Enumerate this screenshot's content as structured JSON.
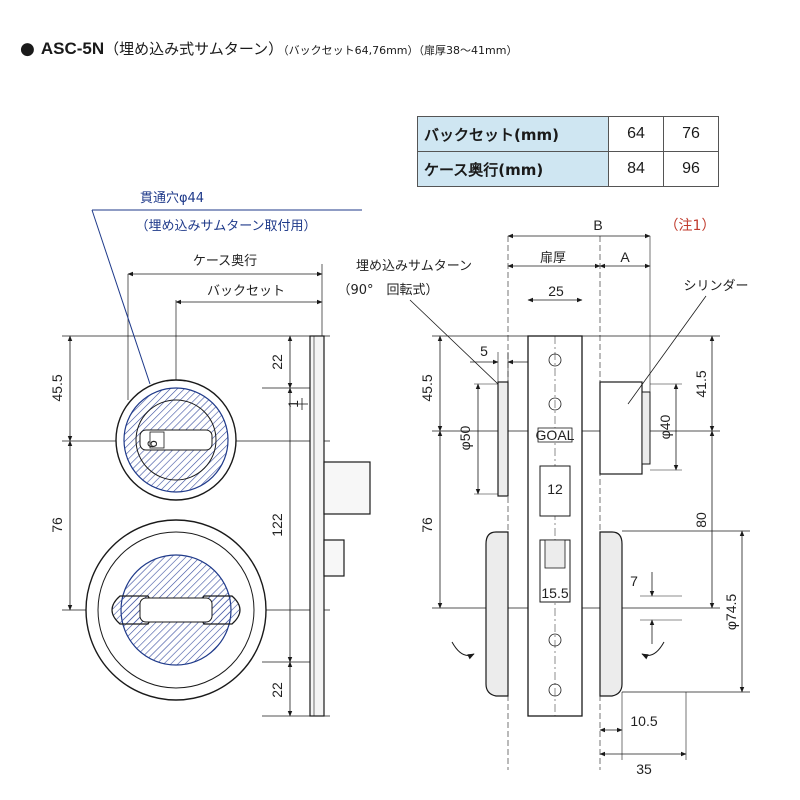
{
  "header": {
    "bullet": "●",
    "model": "ASC-5N",
    "name": "（埋め込み式サムターン）",
    "backset_note": "（バックセット64,76mm）",
    "door_note": "（扉厚38～41mm）"
  },
  "spec_table": {
    "rows": [
      {
        "label": "バックセット(mm)",
        "values": [
          "64",
          "76"
        ]
      },
      {
        "label": "ケース奥行(mm)",
        "values": [
          "84",
          "96"
        ]
      }
    ]
  },
  "labels": {
    "through_hole": "貫通穴φ44",
    "through_hole_note": "（埋め込みサムターン取付用）",
    "case_depth": "ケース奥行",
    "backset": "バックセット",
    "embedded_thumbturn": "埋め込みサムターン",
    "rotation_note": "（90°　回転式）",
    "door_thickness": "扉厚",
    "dim_b": "B",
    "dim_a": "A",
    "note1": "（注1）",
    "cylinder": "シリンダー",
    "brand_mark": "GOAL"
  },
  "dimensions": {
    "left_45_5": "45.5",
    "left_76": "76",
    "top_22": "22",
    "mid_122": "122",
    "bot_22": "22",
    "center_1": "1",
    "thumb_small_6": "6",
    "side_25": "25",
    "side_5": "5",
    "side_45_5": "45.5",
    "side_76": "76",
    "phi50": "φ50",
    "dim_12": "12",
    "dim_15_5": "15.5",
    "right_41_5": "41.5",
    "phi40": "φ40",
    "right_80": "80",
    "right_7": "7",
    "phi74_5": "φ74.5",
    "dim_10_5": "10.5",
    "dim_35": "35"
  },
  "colors": {
    "line": "#1a1a1a",
    "leader_blue": "#1f3a8a",
    "hatch_blue": "#3a4fa0",
    "note_red": "#c0392b",
    "table_header": "#cfe6f2",
    "part_fill": "#ececec"
  }
}
